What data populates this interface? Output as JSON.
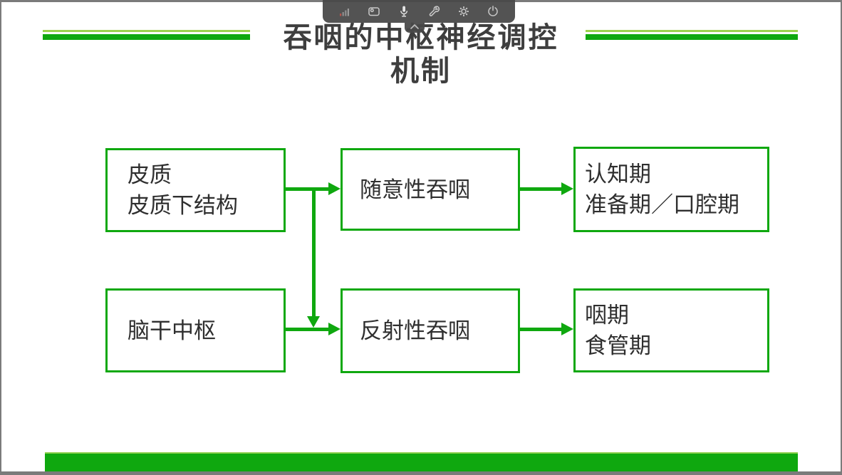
{
  "colors": {
    "accent_green": "#0FA80F",
    "accent_light_green": "#9CD24D",
    "frame_gray": "#7B7B7B",
    "toolbar_bg": "#484848",
    "title_color": "#3E3E3E",
    "box_text_color": "#2F2F2F"
  },
  "toolbar": {
    "icons": [
      {
        "name": "signal-strength-icon"
      },
      {
        "name": "screen-camera-icon"
      },
      {
        "name": "microphone-icon"
      },
      {
        "name": "wrench-tools-icon"
      },
      {
        "name": "settings-gear-icon"
      },
      {
        "name": "power-icon"
      }
    ],
    "collapse": "chevron-up"
  },
  "title": {
    "line1": "吞咽的中枢神经调控",
    "line2": "机制"
  },
  "diagram": {
    "boxes": [
      {
        "id": "cortex",
        "lines": [
          "皮质",
          "皮质下结构"
        ]
      },
      {
        "id": "voluntary-swallow",
        "lines": [
          "随意性吞咽"
        ]
      },
      {
        "id": "cognitive-prep-oral",
        "lines": [
          "认知期",
          "准备期／口腔期"
        ]
      },
      {
        "id": "brainstem-center",
        "lines": [
          "脑干中枢"
        ]
      },
      {
        "id": "reflex-swallow",
        "lines": [
          "反射性吞咽"
        ]
      },
      {
        "id": "pharyngeal-esophageal",
        "lines": [
          "咽期",
          "食管期"
        ]
      }
    ],
    "connections": [
      {
        "from": "cortex",
        "to": "voluntary-swallow"
      },
      {
        "from": "voluntary-swallow",
        "to": "cognitive-prep-oral"
      },
      {
        "from": "cortex",
        "to": "reflex-swallow",
        "via": "vertical-drop"
      },
      {
        "from": "brainstem-center",
        "to": "reflex-swallow"
      },
      {
        "from": "reflex-swallow",
        "to": "pharyngeal-esophageal"
      }
    ]
  }
}
